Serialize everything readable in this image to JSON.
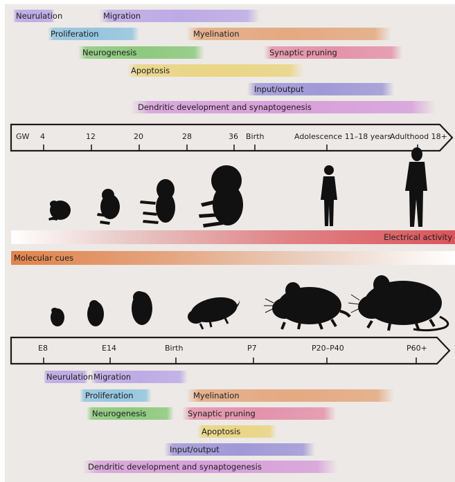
{
  "human": {
    "processes": [
      {
        "label": "Neurulation",
        "color": "#b9a6e6"
      },
      {
        "label": "Migration",
        "color": "#b9a6e6"
      },
      {
        "label": "Proliferation",
        "color": "#8ec3df"
      },
      {
        "label": "Myelination",
        "color": "#e3a57a"
      },
      {
        "label": "Neurogenesis",
        "color": "#86c776"
      },
      {
        "label": "Synaptic pruning",
        "color": "#e38ca7"
      },
      {
        "label": "Apoptosis",
        "color": "#ead47e"
      },
      {
        "label": "Input/output",
        "color": "#9b93d6"
      },
      {
        "label": "Dendritic development and synaptogenesis",
        "color": "#d59ad9"
      }
    ],
    "timeline": {
      "start": "GW",
      "ticks": [
        "4",
        "12",
        "20",
        "28",
        "36",
        "Birth",
        "Adolescence 11–18 years",
        "Adulthood 18+"
      ]
    },
    "silhouettes": [
      "embryo-icon",
      "embryo-icon",
      "fetus-icon",
      "fetus-icon",
      "adolescent-icon",
      "adult-icon"
    ]
  },
  "gradients": {
    "electrical": {
      "label": "Electrical activity",
      "color": "#d9555a"
    },
    "molecular": {
      "label": "Molecular cues",
      "color": "#e0834c"
    }
  },
  "mouse": {
    "timeline": {
      "ticks": [
        "E8",
        "E14",
        "Birth",
        "P7",
        "P20–P40",
        "P60+"
      ]
    },
    "silhouettes": [
      "embryo-icon",
      "embryo-icon",
      "embryo-icon",
      "pup-icon",
      "juvenile-mouse-icon",
      "adult-mouse-icon"
    ],
    "processes": [
      {
        "label": "Neurulation",
        "color": "#b9a6e6"
      },
      {
        "label": "Migration",
        "color": "#b9a6e6"
      },
      {
        "label": "Proliferation",
        "color": "#8ec3df"
      },
      {
        "label": "Myelination",
        "color": "#e3a57a"
      },
      {
        "label": "Neurogenesis",
        "color": "#86c776"
      },
      {
        "label": "Synaptic pruning",
        "color": "#e38ca7"
      },
      {
        "label": "Apoptosis",
        "color": "#ead47e"
      },
      {
        "label": "Input/output",
        "color": "#9b93d6"
      },
      {
        "label": "Dendritic development and synaptogenesis",
        "color": "#d59ad9"
      }
    ]
  }
}
